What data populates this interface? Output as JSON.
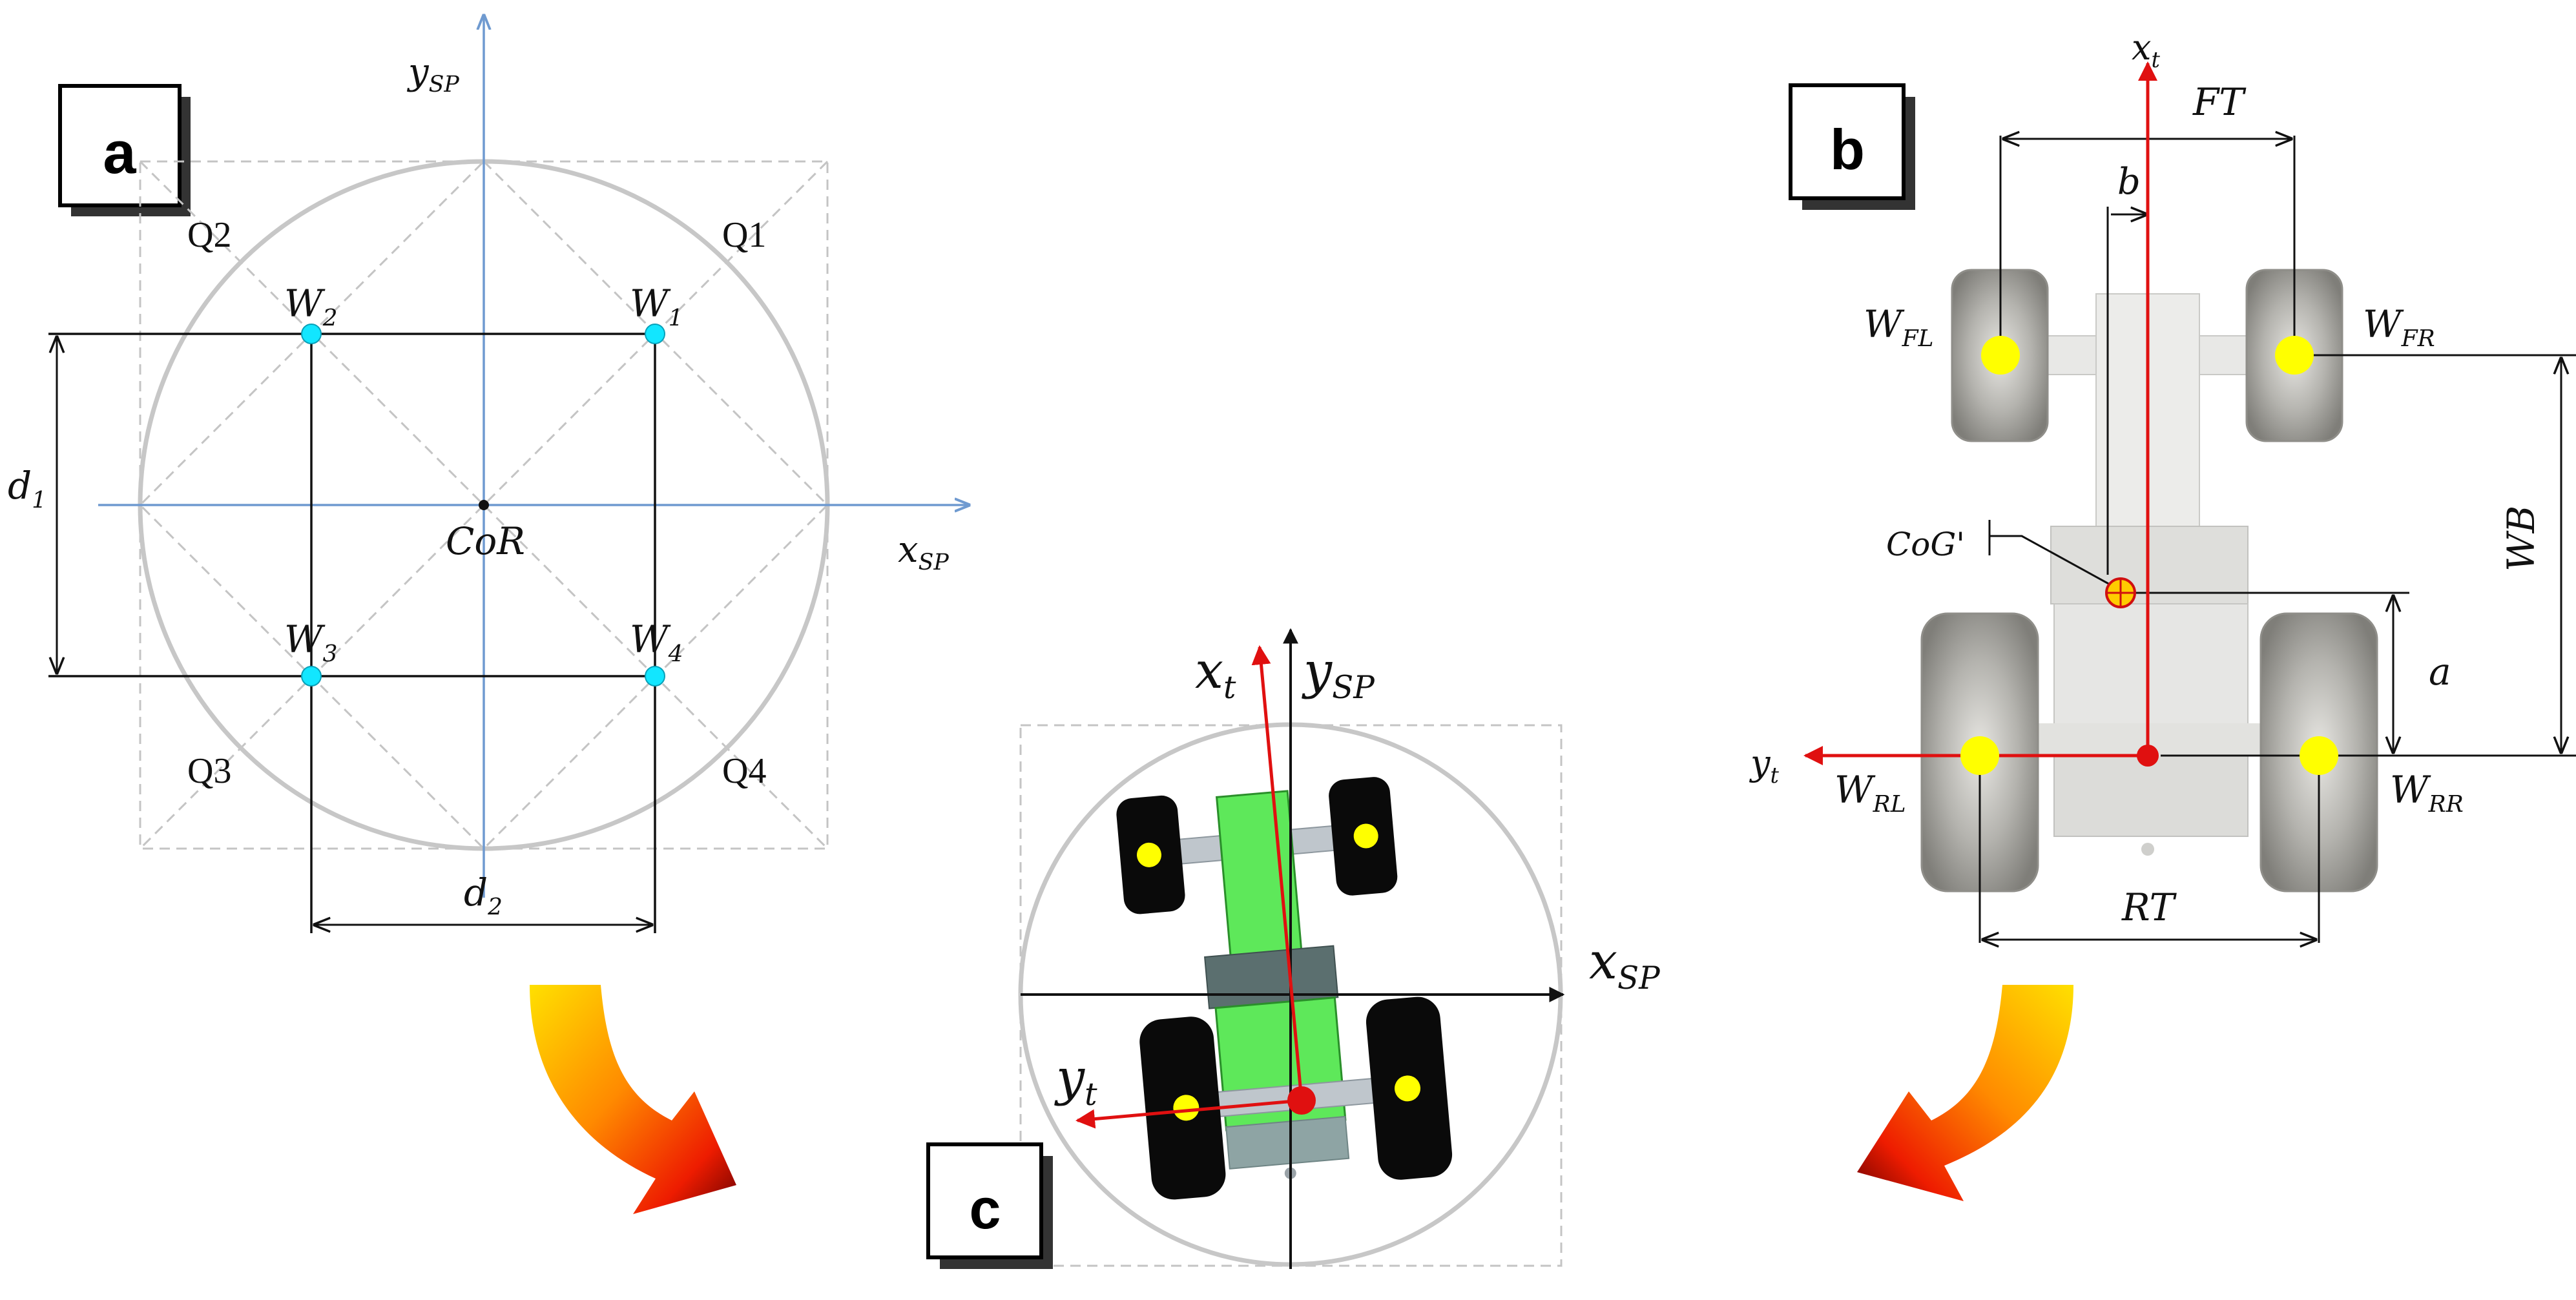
{
  "colors": {
    "axis_blue": "#6f9ad0",
    "axis_red": "#e01010",
    "circle_gray": "#c7c7c7",
    "dash_gray": "#c4c4c4",
    "wheel_cyan": "#12e6ff",
    "wheel_yellow": "#ffff00",
    "tractor_green": "#5ee85a",
    "tire_gray": "#8f8e89",
    "tractor_light": "#e5e5e3"
  },
  "panel_a": {
    "box_label": "a",
    "axis_y": {
      "main": "y",
      "sub": "SP"
    },
    "axis_x": {
      "main": "x",
      "sub": "SP"
    },
    "center_label": "CoR",
    "quadrants": {
      "q1": "Q1",
      "q2": "Q2",
      "q3": "Q3",
      "q4": "Q4"
    },
    "wheels": {
      "w1": {
        "main": "W",
        "sub": "1"
      },
      "w2": {
        "main": "W",
        "sub": "2"
      },
      "w3": {
        "main": "W",
        "sub": "3"
      },
      "w4": {
        "main": "W",
        "sub": "4"
      }
    },
    "dim_d1": {
      "main": "d",
      "sub": "1"
    },
    "dim_d2": {
      "main": "d",
      "sub": "2"
    }
  },
  "panel_b": {
    "box_label": "b",
    "axis_x": {
      "main": "x",
      "sub": "t"
    },
    "axis_y": {
      "main": "y",
      "sub": "t"
    },
    "dim_ft": "FT",
    "dim_rt": "RT",
    "dim_wb": "WB",
    "dim_a": "a",
    "dim_b": "b",
    "cog_label": "CoG'",
    "wheels": {
      "fl": {
        "main": "W",
        "sub": "FL"
      },
      "fr": {
        "main": "W",
        "sub": "FR"
      },
      "rl": {
        "main": "W",
        "sub": "RL"
      },
      "rr": {
        "main": "W",
        "sub": "RR"
      }
    }
  },
  "panel_c": {
    "box_label": "c",
    "axis_xt": {
      "main": "x",
      "sub": "t"
    },
    "axis_ysp": {
      "main": "y",
      "sub": "SP"
    },
    "axis_xsp": {
      "main": "x",
      "sub": "SP"
    },
    "axis_yt": {
      "main": "y",
      "sub": "t"
    }
  }
}
